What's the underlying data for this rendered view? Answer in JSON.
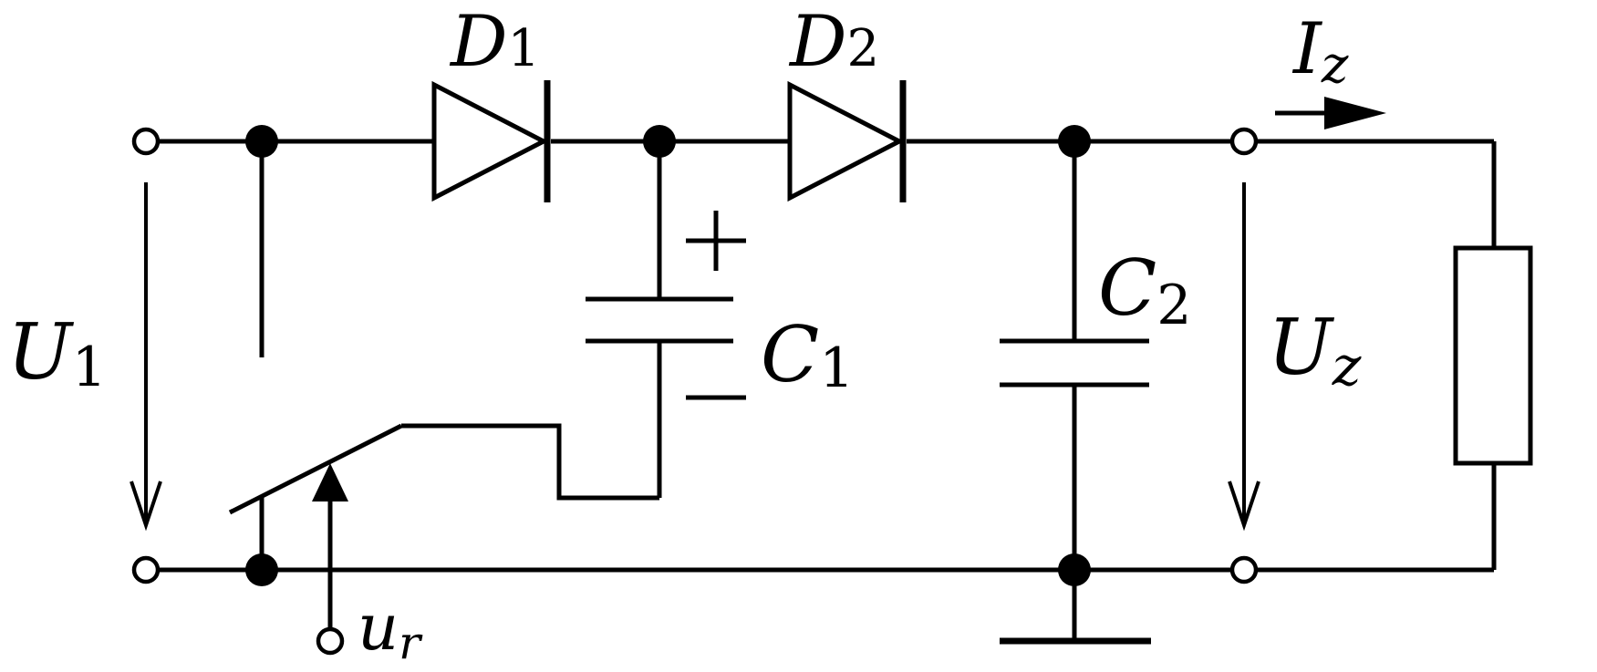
{
  "labels": {
    "d1": {
      "main": "D",
      "sub": "1"
    },
    "d2": {
      "main": "D",
      "sub": "2"
    },
    "c1": {
      "main": "C",
      "sub": "1"
    },
    "c2": {
      "main": "C",
      "sub": "2"
    },
    "u1": {
      "main": "U",
      "sub": "1"
    },
    "uz": {
      "main": "U",
      "sub": "z"
    },
    "iz": {
      "main": "I",
      "sub": "z"
    },
    "ur": {
      "main": "u",
      "sub": "r"
    },
    "plus": "+",
    "minus": "−"
  }
}
